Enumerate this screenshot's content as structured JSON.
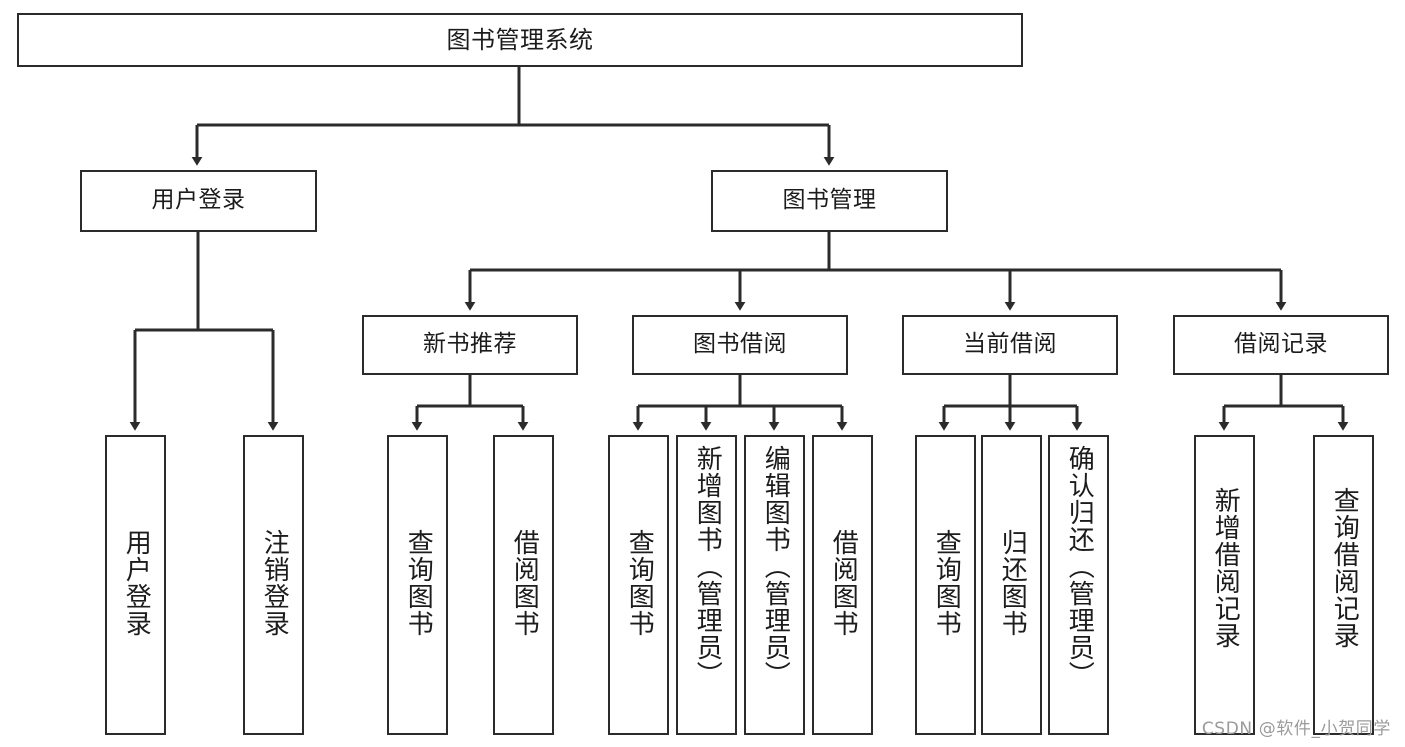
{
  "diagram": {
    "title": "图书管理系统",
    "type": "tree",
    "line_color": "#2b2b2b",
    "box_fill": "#ffffff",
    "text_color": "#1c1c1c",
    "watermark": "CSDN @软件_小贺同学",
    "levels": {
      "root": {
        "label": "图书管理系统"
      },
      "level2": [
        {
          "label": "用户登录"
        },
        {
          "label": "图书管理"
        }
      ],
      "level3": [
        {
          "label": "新书推荐"
        },
        {
          "label": "图书借阅"
        },
        {
          "label": "当前借阅"
        },
        {
          "label": "借阅记录"
        }
      ],
      "leaves": {
        "user_login": [
          {
            "label": "用户登录"
          },
          {
            "label": "注销登录"
          }
        ],
        "new_book_recommend": [
          {
            "label": "查询图书"
          },
          {
            "label": "借阅图书"
          }
        ],
        "book_borrow": [
          {
            "label": "查询图书"
          },
          {
            "label": "新增图书（管理员）"
          },
          {
            "label": "编辑图书（管理员）"
          },
          {
            "label": "借阅图书"
          }
        ],
        "current_borrow": [
          {
            "label": "查询图书"
          },
          {
            "label": "归还图书"
          },
          {
            "label": "确认归还（管理员）"
          }
        ],
        "borrow_record": [
          {
            "label": "新增借阅记录"
          },
          {
            "label": "查询借阅记录"
          }
        ]
      }
    }
  }
}
